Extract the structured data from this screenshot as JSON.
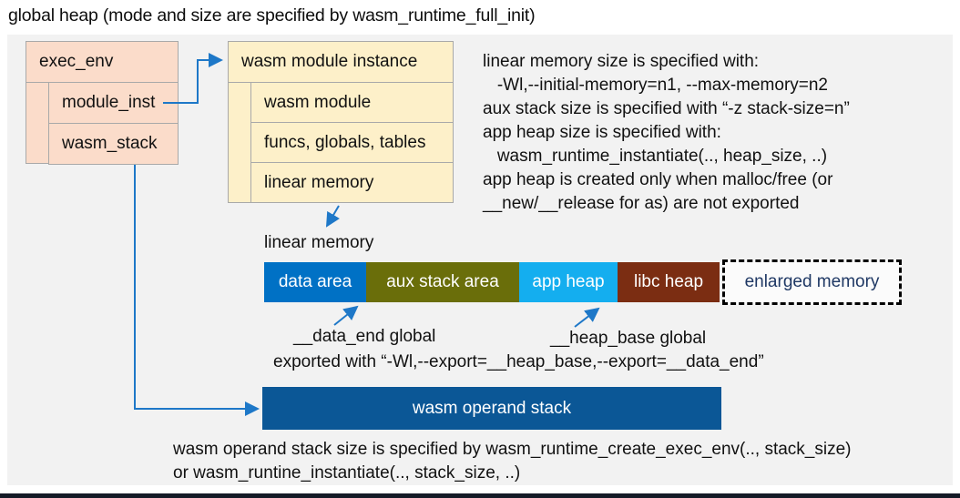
{
  "title": "global heap (mode and size are specified by wasm_runtime_full_init)",
  "exec_env": {
    "header": "exec_env",
    "rows": [
      "module_inst",
      "wasm_stack"
    ]
  },
  "module_instance": {
    "header": "wasm module instance",
    "rows": [
      "wasm module",
      "funcs, globals, tables",
      "linear memory"
    ]
  },
  "notes_top": [
    "linear memory size is specified with:",
    "   -Wl,--initial-memory=n1, --max-memory=n2",
    "aux stack size is specified with “-z stack-size=n”",
    "app heap size is specified with:",
    "   wasm_runtime_instantiate(.., heap_size, ..)",
    "app heap is created only when malloc/free (or",
    "__new/__release for as) are not exported"
  ],
  "linear_memory_bar": {
    "label": "linear memory",
    "segments": [
      {
        "label": "data area",
        "color": "#0071c5"
      },
      {
        "label": "aux stack area",
        "color": "#6a6e0a"
      },
      {
        "label": "app heap",
        "color": "#14aeef"
      },
      {
        "label": "libc heap",
        "color": "#7b2d12"
      }
    ],
    "enlarged": {
      "label": "enlarged memory",
      "text_color": "#1f3864"
    }
  },
  "annotations": {
    "data_end": "__data_end global",
    "heap_base": "__heap_base global",
    "exported": "exported with “-Wl,--export=__heap_base,--export=__data_end”"
  },
  "operand_stack": {
    "label": "wasm operand stack",
    "color": "#0b5796"
  },
  "notes_bottom": [
    "wasm operand stack size is specified by wasm_runtime_create_exec_env(.., stack_size)",
    "or wasm_runtine_instantiate(.., stack_size, ..)"
  ],
  "colors": {
    "panel_bg": "#f2f2f2",
    "peach_box": "#fbdcca",
    "cream_box": "#fdf0c9",
    "arrow_blue": "#1e78c8",
    "border_gray": "#a9a9a9",
    "footer_strip": "#141a26"
  }
}
